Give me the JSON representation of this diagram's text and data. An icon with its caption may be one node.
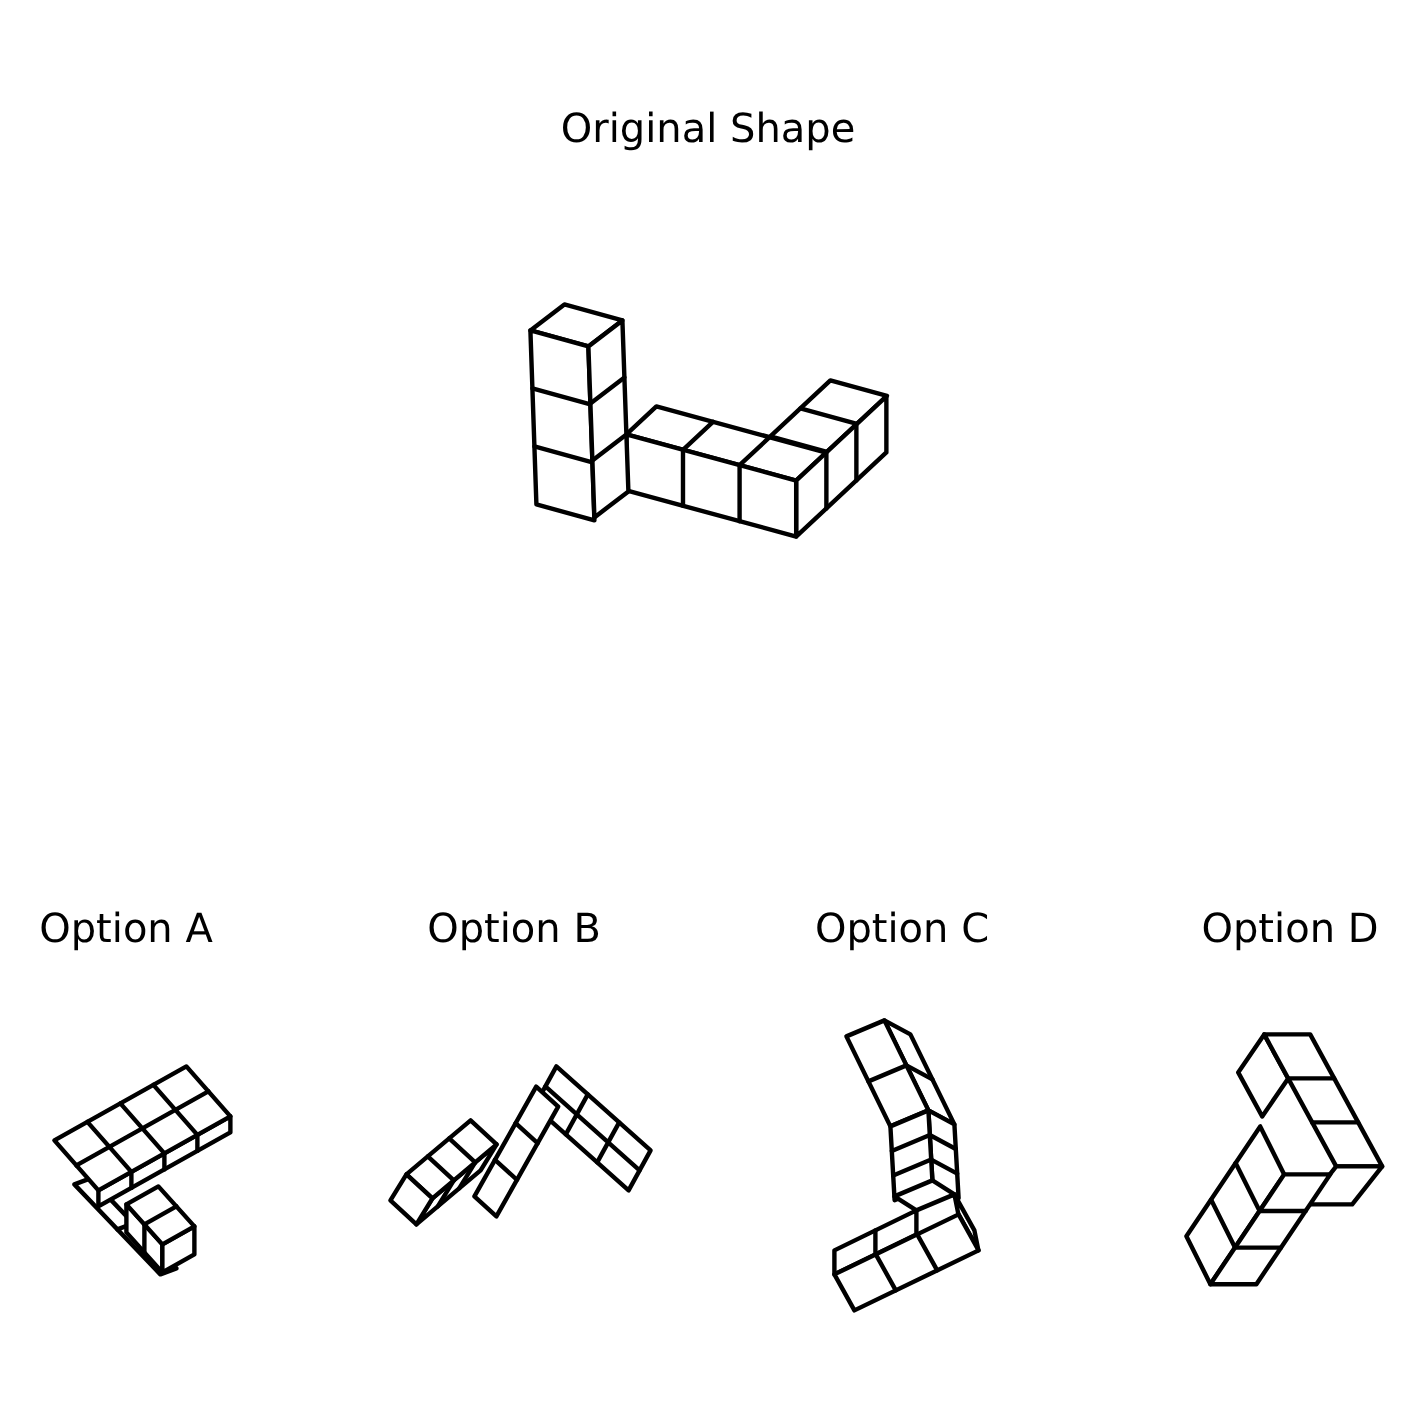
{
  "diagram": {
    "labels": [
      "Original Shape",
      "Option A",
      "Option B",
      "Option C",
      "Option D"
    ]
  }
}
